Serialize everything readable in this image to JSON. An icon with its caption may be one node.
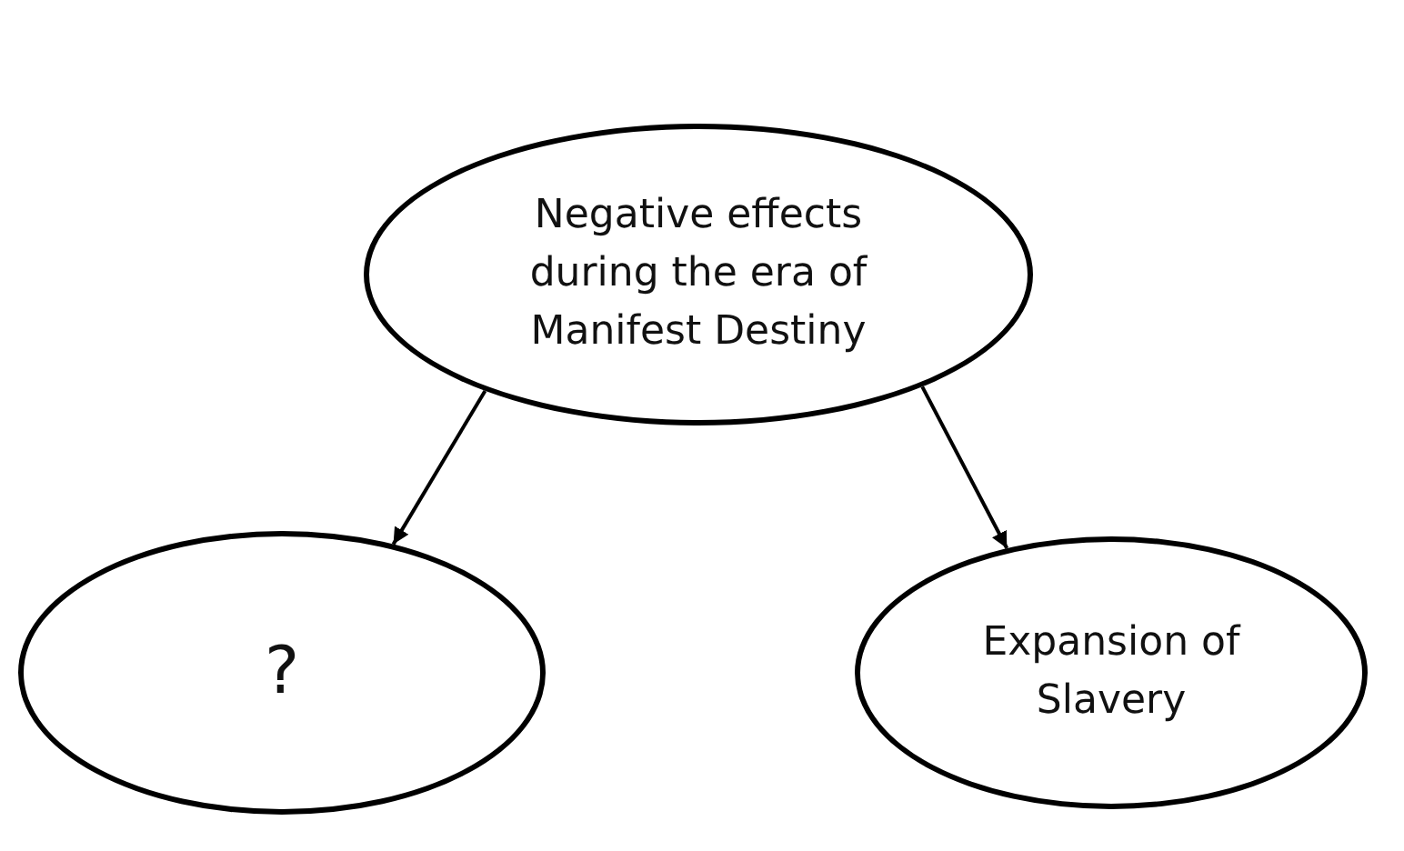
{
  "diagram": {
    "nodes": [
      {
        "text": [
          "Negative effects during the era of Manifest Destiny"
        ]
      },
      {
        "text": [
          "?"
        ]
      },
      {
        "text": [
          "Expansion of Slavery"
        ]
      }
    ],
    "edges": [
      {
        "from": 0,
        "to": 1,
        "arrow": "to"
      },
      {
        "from": 0,
        "to": 2,
        "arrow": "to"
      }
    ]
  }
}
